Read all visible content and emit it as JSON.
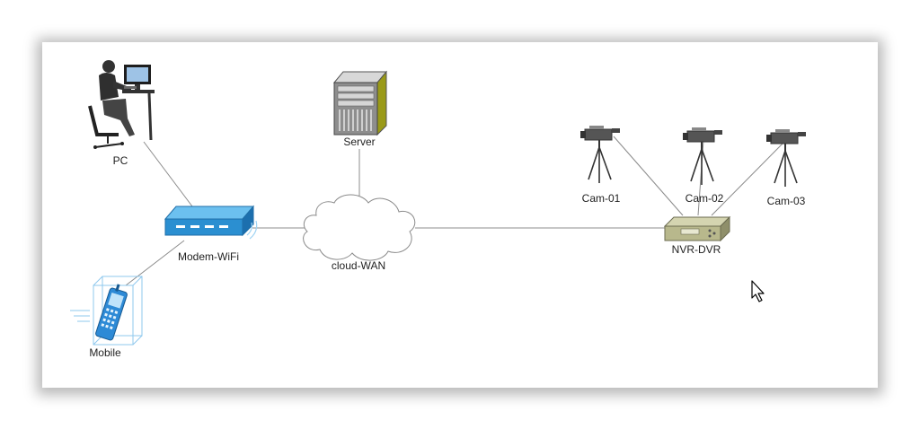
{
  "diagram": {
    "nodes": {
      "pc": {
        "label": "PC",
        "icon": "user-workstation-icon"
      },
      "server": {
        "label": "Server",
        "icon": "server-rack-icon"
      },
      "modem": {
        "label": "Modem-WiFi",
        "icon": "wifi-router-icon"
      },
      "mobile": {
        "label": "Mobile",
        "icon": "mobile-phone-icon"
      },
      "cloud": {
        "label": "cloud-WAN",
        "icon": "cloud-icon"
      },
      "nvr": {
        "label": "NVR-DVR",
        "icon": "nvr-dvr-recorder-icon"
      },
      "cam1": {
        "label": "Cam-01",
        "icon": "security-camera-icon"
      },
      "cam2": {
        "label": "Cam-02",
        "icon": "security-camera-icon"
      },
      "cam3": {
        "label": "Cam-03",
        "icon": "security-camera-icon"
      }
    },
    "connections": [
      [
        "pc",
        "modem"
      ],
      [
        "mobile",
        "modem"
      ],
      [
        "modem",
        "cloud"
      ],
      [
        "server",
        "cloud"
      ],
      [
        "cloud",
        "nvr"
      ],
      [
        "cam1",
        "nvr"
      ],
      [
        "cam2",
        "nvr"
      ],
      [
        "cam3",
        "nvr"
      ]
    ],
    "colors": {
      "router": "#2b8fd1",
      "server_accent": "#9a9a18",
      "nvr_body": "#b8b88c",
      "link": "#8c8c8c",
      "mobile_blue": "#2d8ad6"
    }
  },
  "cursor": {
    "icon": "mouse-pointer-icon"
  }
}
